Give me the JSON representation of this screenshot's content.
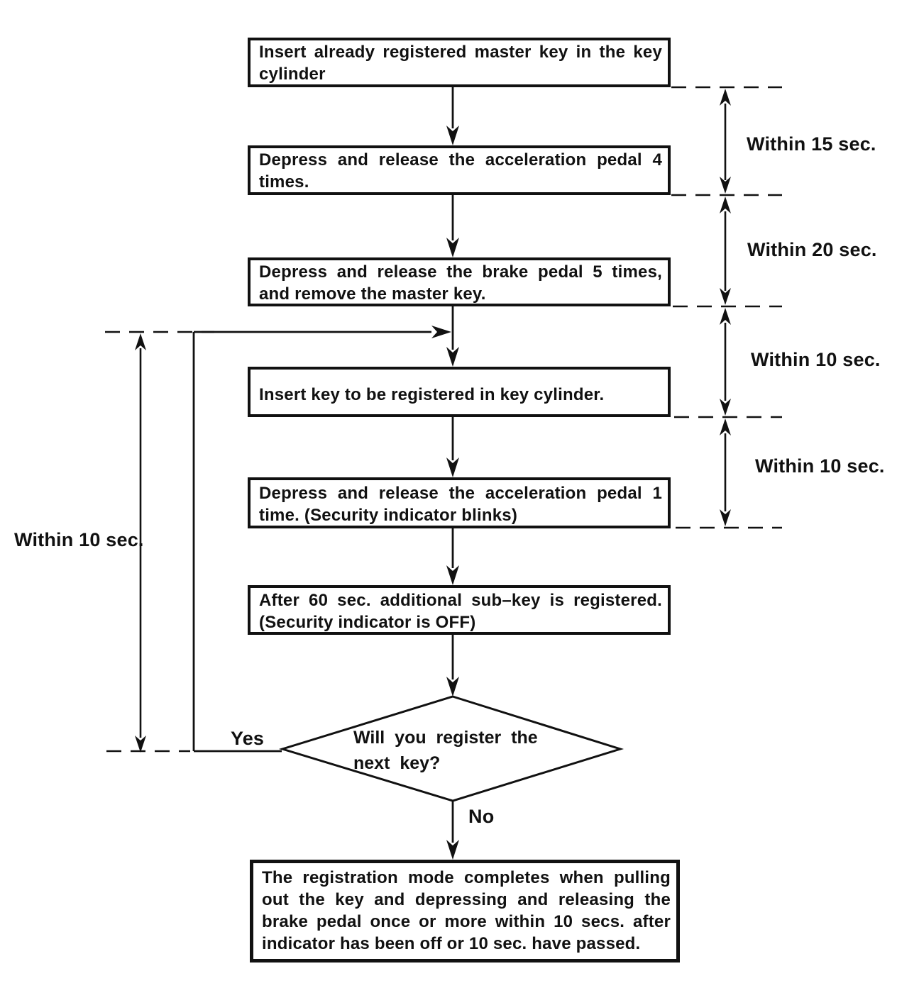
{
  "flowchart": {
    "steps": [
      "Insert already registered master key in the key cylinder",
      "Depress and release the acceleration pedal 4 times.",
      "Depress and release the brake pedal 5 times, and remove the master key.",
      "Insert key to be registered in key cylinder.",
      "Depress and release the acceleration pedal 1 time. (Security indicator blinks)",
      "After 60 sec. additional sub–key is registered. (Security indicator is OFF)",
      "The registration mode completes when pulling out the key and depressing and releasing the brake pedal once or more within 10 secs. after indicator has been off or 10 sec. have passed."
    ],
    "decision": {
      "question": "Will you register the next key?",
      "yes_label": "Yes",
      "no_label": "No"
    },
    "timing_annotations": {
      "right": [
        "Within 15 sec.",
        "Within 20 sec.",
        "Within 10 sec.",
        "Within 10 sec."
      ],
      "left": "Within 10 sec."
    },
    "colors": {
      "ink": "#111111",
      "background": "#ffffff"
    }
  }
}
